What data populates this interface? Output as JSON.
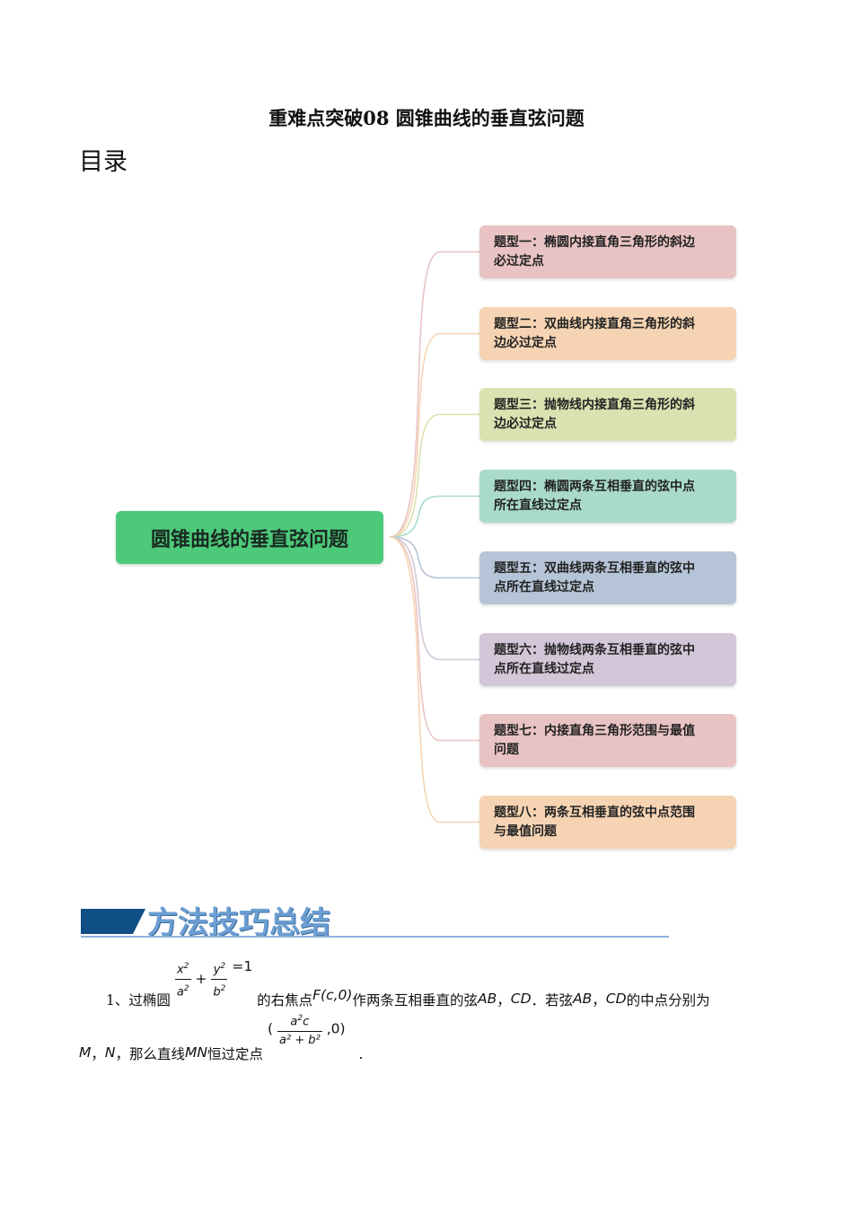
{
  "document": {
    "title": "重难点突破08 圆锥曲线的垂直弦问题",
    "toc_heading": "目录"
  },
  "mindmap": {
    "root": "圆锥曲线的垂直弦问题",
    "branches": [
      {
        "line1": "题型一：椭圆内接直角三角形的斜边",
        "line2": "必过定点",
        "color": "#e9c3c3"
      },
      {
        "line1": "题型二：双曲线内接直角三角形的斜",
        "line2": "边必过定点",
        "color": "#f6d4b3"
      },
      {
        "line1": "题型三：抛物线内接直角三角形的斜",
        "line2": "边必过定点",
        "color": "#dbe1b0"
      },
      {
        "line1": "题型四：椭圆两条互相垂直的弦中点",
        "line2": "所在直线过定点",
        "color": "#a9dacb"
      },
      {
        "line1": "题型五：双曲线两条互相垂直的弦中",
        "line2": "点所在直线过定点",
        "color": "#b5c4d6"
      },
      {
        "line1": "题型六：抛物线两条互相垂直的弦中",
        "line2": "点所在直线过定点",
        "color": "#d3c6d8"
      },
      {
        "line1": "题型七：内接直角三角形范围与最值",
        "line2": "问题",
        "color": "#e9c3c3"
      },
      {
        "line1": "题型八：两条互相垂直的弦中点范围",
        "line2": "与最值问题",
        "color": "#f6d4b3"
      }
    ]
  },
  "section": {
    "heading": "方法技巧总结"
  },
  "paragraph1": {
    "p1": "1、过椭圆",
    "eq_x": "x",
    "eq_a": "a",
    "eq_y": "y",
    "eq_b": "b",
    "eq_sq": "2",
    "eq_plus": "+",
    "eq_eq1": "=1",
    "p2": "的右焦点",
    "focus": "F(c,0)",
    "p3": "作两条互相垂直的弦",
    "ab": "AB",
    "comma": "，",
    "cd": "CD",
    "p4": "．若弦",
    "p5": "的中点分别为",
    "m": "M",
    "n": "N",
    "p6": "，那么直线",
    "mn": "MN",
    "p7": "恒过定点",
    "pt_open": "(",
    "pt_num_a": "a",
    "pt_num_c": "c",
    "pt_den": "a² + b²",
    "pt_close": ",0)",
    "period": "."
  }
}
